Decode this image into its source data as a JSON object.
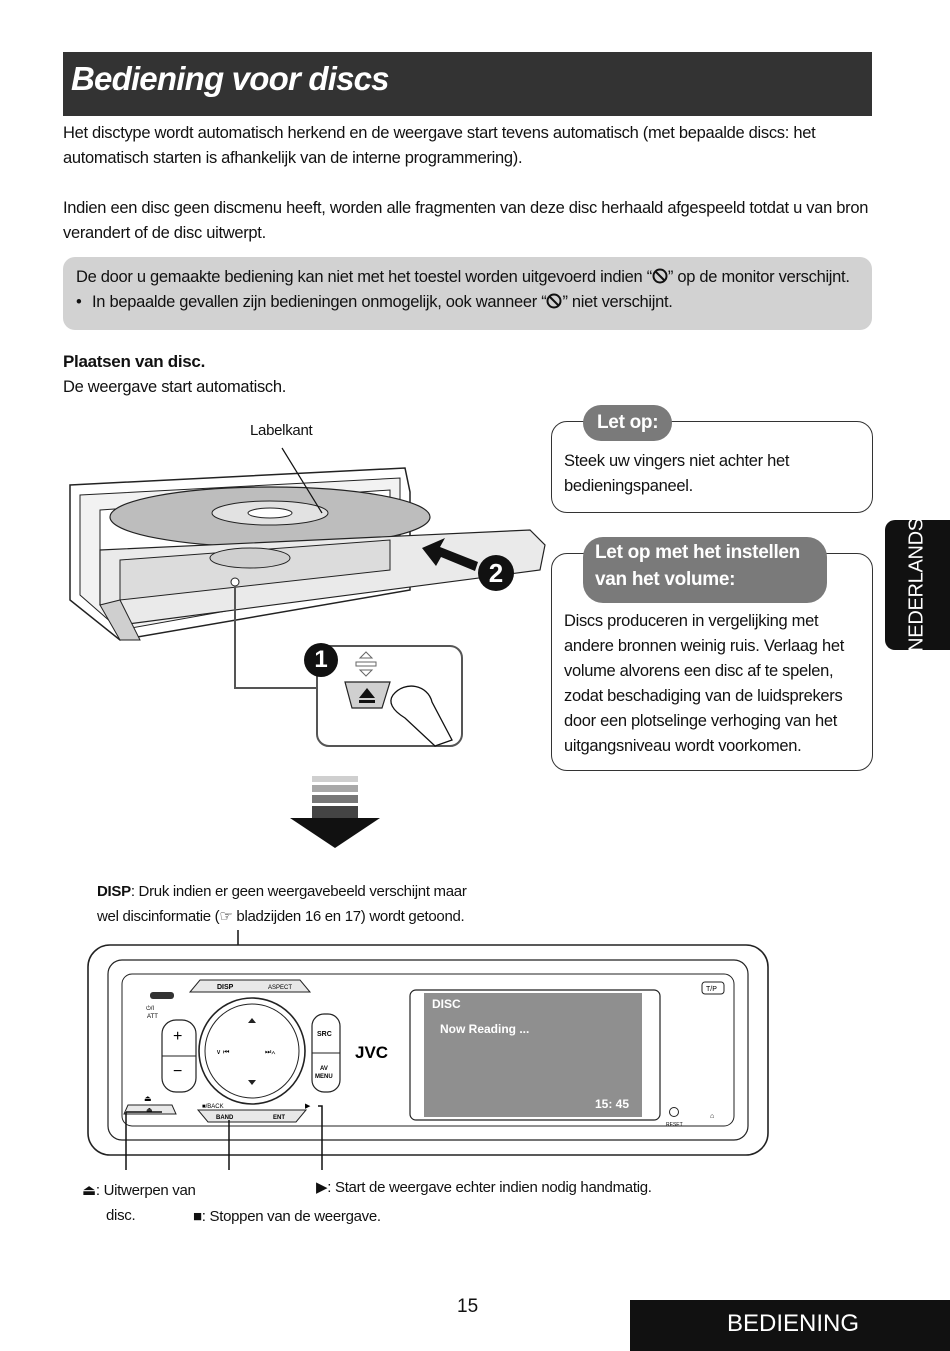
{
  "header": {
    "title": "Bediening voor discs"
  },
  "intro": {
    "p1_line1": "Het disctype wordt automatisch herkend en de weergave start tevens automatisch (met bepaalde discs: het",
    "p1_line2": "automatisch starten is afhankelijk van de interne programmering).",
    "p2_line1": "Indien een disc geen discmenu heeft, worden alle fragmenten van deze disc herhaald afgespeeld totdat u van bron",
    "p2_line2": "verandert of de disc uitwerpt."
  },
  "note": {
    "line1_pre": "De door u gemaakte bediening kan niet met het toestel worden uitgevoerd indien “",
    "line1_post": "” op de monitor verschijnt.",
    "bullet": "•",
    "line2_pre": "In bepaalde gevallen zijn bedieningen onmogelijk, ook wanneer “",
    "line2_post": "” niet verschijnt.",
    "icon": "prohibited-icon"
  },
  "section": {
    "heading": "Plaatsen van disc.",
    "subtext": "De weergave start automatisch."
  },
  "illustration": {
    "label_side": "Labelkant",
    "step1": "➊",
    "step2": "❷"
  },
  "caution": {
    "title": "Let op:",
    "line1": "Steek uw vingers niet achter het",
    "line2": "bedieningspaneel."
  },
  "volume_caution": {
    "title_line1": "Let op met het instellen",
    "title_line2": "van het volume:",
    "lines": [
      "Discs produceren in vergelijking met",
      "andere bronnen weinig ruis. Verlaag het",
      "volume alvorens een disc af te spelen,",
      "zodat beschadiging van de luidsprekers",
      "door een plotselinge verhoging van het",
      "uitgangsniveau wordt voorkomen."
    ]
  },
  "side_tab": {
    "label": "NEDERLANDS"
  },
  "disp_callout": {
    "key": "DISP",
    "line1_rest": ": Druk indien er geen weergavebeeld verschijnt maar",
    "line2_pre": "wel discinformatie (",
    "line2_icon": "☞",
    "line2_post": " bladzijden 16 en 17) wordt getoond."
  },
  "unit": {
    "brand": "JVC",
    "display_source": "DISC",
    "display_status": "Now Reading ...",
    "display_time": "15: 45",
    "buttons": {
      "disp": "DISP",
      "aspect": "ASPECT",
      "tp": "T/P",
      "att": "⏻/I\nATT",
      "src": "SRC",
      "av_menu": "AV\nMENU",
      "back": "■/BACK",
      "band": "BAND",
      "ent": "ENT",
      "reset": "RESET",
      "play": "▶",
      "plus": "+",
      "minus": "−",
      "prev": "∨ ⏮",
      "next": "⏭∧"
    }
  },
  "bottom_callouts": {
    "eject_icon": "⏏",
    "eject_line1": ": Uitwerpen van",
    "eject_line2": "disc.",
    "stop_icon": "■",
    "stop_text": ": Stoppen van de weergave.",
    "play_icon": "▶",
    "play_text": ": Start de weergave echter indien nodig handmatig."
  },
  "footer": {
    "page_number": "15",
    "section": "BEDIENING"
  }
}
